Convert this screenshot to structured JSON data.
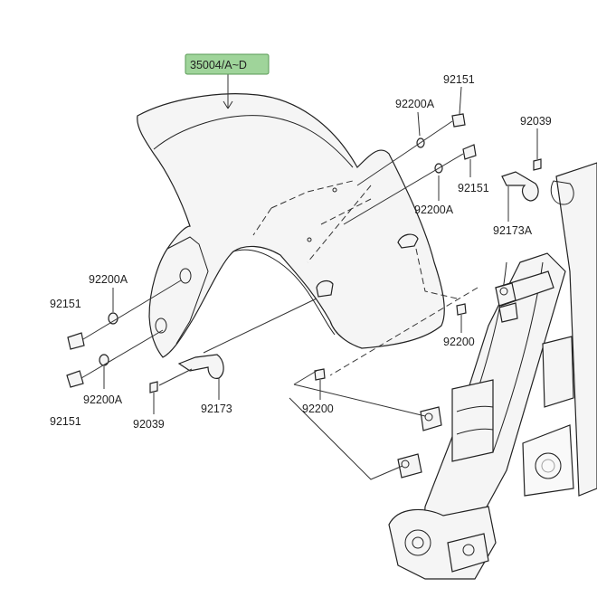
{
  "diagram": {
    "callouts": {
      "fender": "35004/A~D",
      "bolt_top": "92151",
      "washer_top": "92200A",
      "clip_top": "92039",
      "bolt_mid": "92151",
      "washer_mid": "92200A",
      "bracket_top": "92173A",
      "nut_right": "92200",
      "washer_left_upper": "92200A",
      "bolt_left_upper": "92151",
      "washer_left_lower": "92200A",
      "bolt_left_lower": "92151",
      "clip_bottom": "92039",
      "bracket_bottom": "92173",
      "nut_bottom": "92200"
    },
    "colors": {
      "highlight": "#9fd49a",
      "line": "#222222",
      "part_fill": "#f5f5f5"
    }
  }
}
